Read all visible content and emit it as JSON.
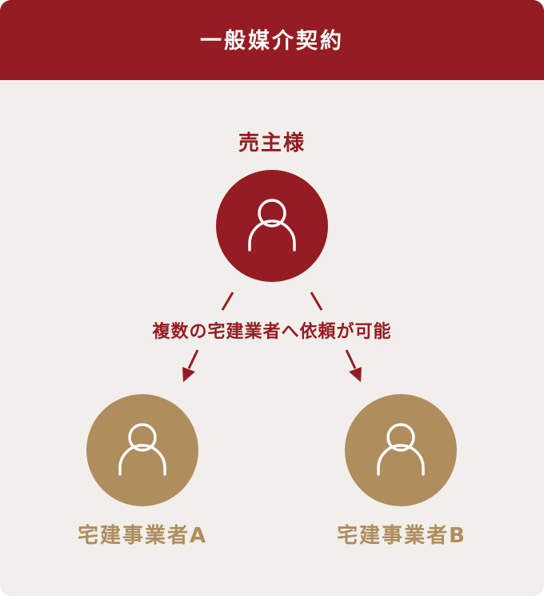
{
  "header": {
    "title": "一般媒介契約"
  },
  "seller": {
    "label": "売主様"
  },
  "note": {
    "label": "複数の宅建業者へ依頼が可能"
  },
  "agents": [
    {
      "label": "宅建事業者A"
    },
    {
      "label": "宅建事業者B"
    }
  ],
  "colors": {
    "primary": "#951c23",
    "secondary": "#b08d5d",
    "background": "#f1efeb",
    "icon": "#ffffff"
  },
  "icons": {
    "person": "person-icon",
    "arrow": "arrow-down-icon"
  }
}
